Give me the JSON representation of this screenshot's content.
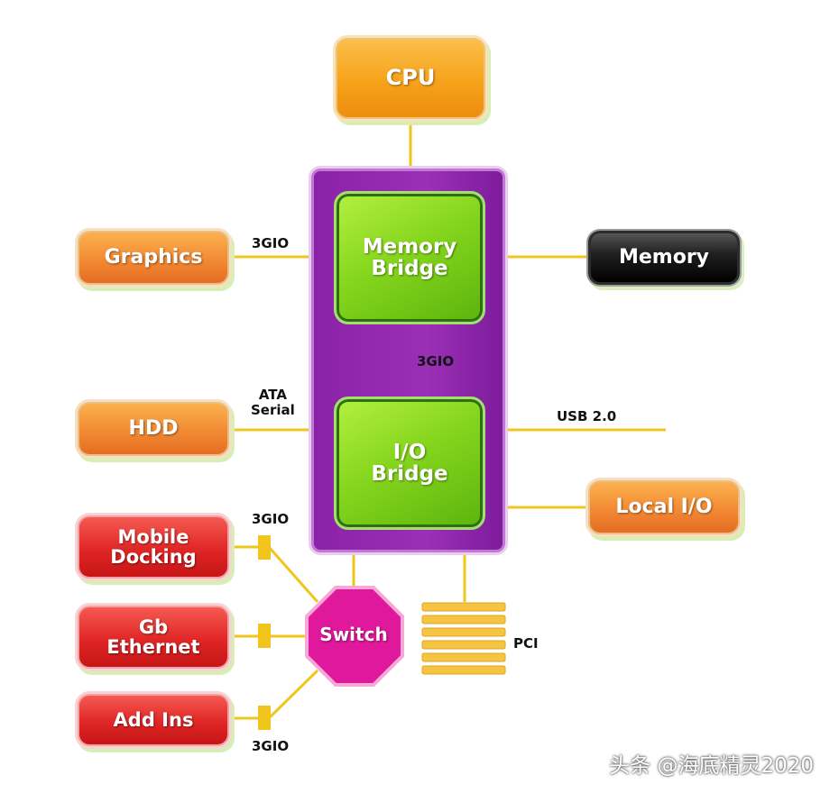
{
  "nodes": {
    "cpu": "CPU",
    "memory_bridge": [
      "Memory",
      "Bridge"
    ],
    "io_bridge": [
      "I/O",
      "Bridge"
    ],
    "graphics": "Graphics",
    "memory": "Memory",
    "hdd": "HDD",
    "local_io": "Local I/O",
    "mobile_docking": [
      "Mobile",
      "Docking"
    ],
    "gb_ethernet": [
      "Gb",
      "Ethernet"
    ],
    "add_ins": "Add Ins",
    "switch": "Switch"
  },
  "labels": {
    "graphics_link": "3GIO",
    "bridge_link": "3GIO",
    "hdd_link": [
      "ATA",
      "Serial"
    ],
    "usb": "USB 2.0",
    "mobile_link": "3GIO",
    "addins_link": "3GIO",
    "pci": "PCI"
  },
  "watermark": "头条 @海底精灵2020",
  "colors": {
    "wire": "#f2c51c",
    "chip": "#9b2fb6",
    "bridge": "#86d61e",
    "orange_node": "#f28a33",
    "red_node": "#e02626",
    "cpu": "#f6a21a",
    "memory": "#111111",
    "switch": "#e0189c",
    "pci_slot": "#f5c542"
  }
}
